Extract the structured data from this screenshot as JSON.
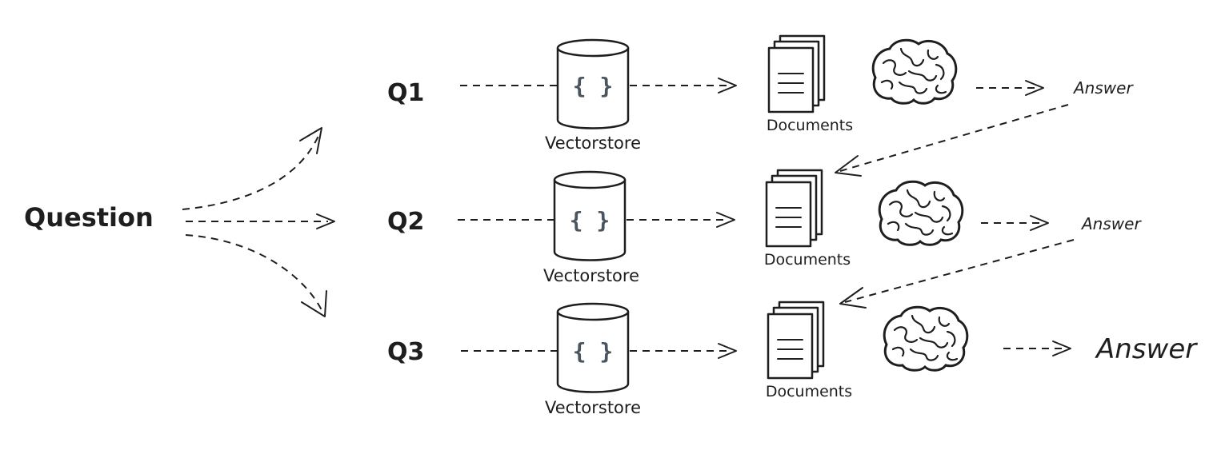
{
  "question": {
    "label": "Question"
  },
  "rows": [
    {
      "query": "Q1",
      "store_symbol": "{ }",
      "store_label": "Vectorstore",
      "docs_label": "Documents",
      "answer_label": "Answer"
    },
    {
      "query": "Q2",
      "store_symbol": "{ }",
      "store_label": "Vectorstore",
      "docs_label": "Documents",
      "answer_label": "Answer"
    },
    {
      "query": "Q3",
      "store_symbol": "{ }",
      "store_label": "Vectorstore",
      "docs_label": "Documents",
      "answer_label": "Answer"
    }
  ],
  "icons": {
    "store": "database-cylinder-icon",
    "docs": "documents-stack-icon",
    "llm": "brain-icon"
  }
}
